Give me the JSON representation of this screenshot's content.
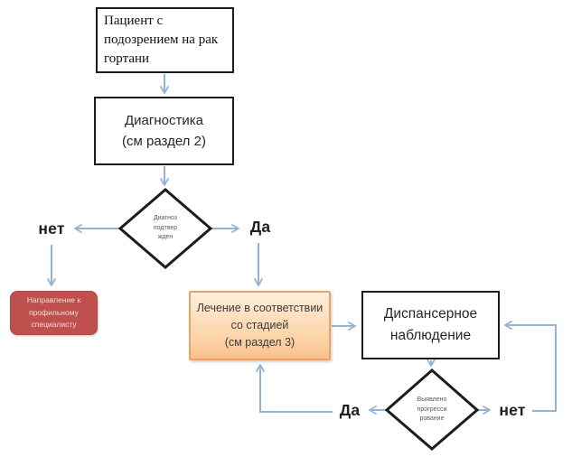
{
  "diagram": {
    "type": "flowchart",
    "language": "ru",
    "nodes": {
      "patient": {
        "text": "Пациент с\nподозрением на рак\nгортани",
        "shape": "rectangle",
        "fill": "#ffffff",
        "border": "#1c1c1c"
      },
      "diagnostics": {
        "text": "Диагностика\n(см раздел 2)",
        "shape": "rectangle",
        "fill": "#ffffff",
        "border": "#1c1c1c"
      },
      "decision_diagnosis": {
        "text": "Диагноз\nподтвер\nжден",
        "shape": "diamond",
        "fill": "#ffffff",
        "border": "#1c1c1c"
      },
      "referral": {
        "text": "Направление к\nпрофильному\nспециалисту",
        "shape": "rounded-rectangle",
        "fill": "#c0504d",
        "text_color": "#f2dbda"
      },
      "treatment": {
        "text": "Лечение в соответствии\nсо стадией\n(см раздел 3)",
        "shape": "rectangle",
        "fill_top": "#feeedd",
        "fill_bottom": "#fac090",
        "border": "#eaa268"
      },
      "observation": {
        "text": "Диспансерное\nнаблюдение",
        "shape": "rectangle",
        "fill": "#ffffff",
        "border": "#1c1c1c"
      },
      "decision_progression": {
        "text": "Выявлено\nпрогресси\nрование",
        "shape": "diamond",
        "fill": "#ffffff",
        "border": "#1c1c1c"
      }
    },
    "labels": {
      "no_diagnosis": "нет",
      "yes_diagnosis": "Да",
      "yes_progression": "Да",
      "no_progression": "нет"
    },
    "edges": [
      "patient -> diagnostics",
      "diagnostics -> decision_diagnosis",
      "decision_diagnosis -(нет)-> referral",
      "decision_diagnosis -(Да)-> treatment",
      "treatment -> observation",
      "observation -> decision_progression",
      "decision_progression -(Да)-> treatment",
      "decision_progression -(нет)-> observation"
    ],
    "colors": {
      "arrow": "#95b3d7",
      "diamond_text": "#5a5a5a",
      "label_text": "#1f1f1f",
      "background": "#ffffff"
    }
  }
}
